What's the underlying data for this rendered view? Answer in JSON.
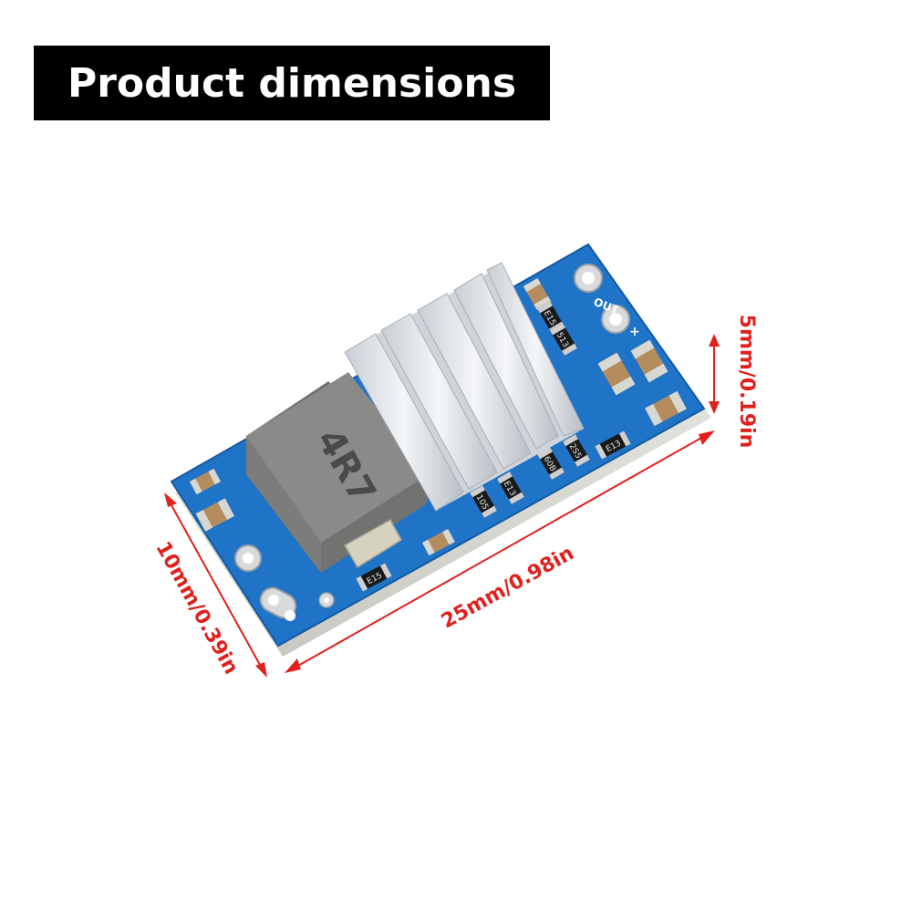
{
  "title": "Product dimensions",
  "dimensions": {
    "length_label": "25mm/0.98in",
    "width_label": "10mm/0.39in",
    "height_label": "5mm/0.19in"
  },
  "board_markings": {
    "inductor_code": "4R7",
    "out_label": "OUT",
    "plus_label": "+",
    "resistor_codes": [
      "E15",
      "513",
      "105",
      "E13",
      "60B",
      "2S5",
      "E13",
      "E15"
    ]
  },
  "colors": {
    "dimension_red": "#e0201c",
    "board_blue": "#1f74c8",
    "heatsink": "#e2e6ea",
    "inductor": "#8a8a88"
  }
}
